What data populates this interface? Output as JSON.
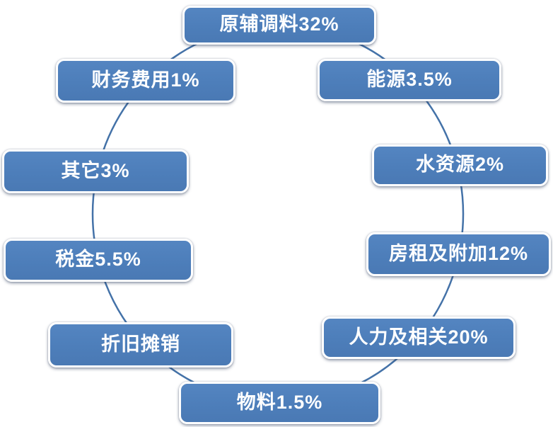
{
  "diagram": {
    "type": "cycle-diagram",
    "nodes": [
      {
        "label": "原辅调料32%"
      },
      {
        "label": "能源3.5%"
      },
      {
        "label": "水资源2%"
      },
      {
        "label": "房租及附加12%"
      },
      {
        "label": "人力及相关20%"
      },
      {
        "label": "物料1.5%"
      },
      {
        "label": "折旧摊销"
      },
      {
        "label": "税金5.5%"
      },
      {
        "label": "其它3%"
      },
      {
        "label": "财务费用1%"
      }
    ],
    "colors": {
      "node_fill": "#4d7eba",
      "node_border": "#ffffff",
      "node_text": "#ffffff",
      "connector": "#4472a8",
      "background": "#ffffff"
    }
  }
}
